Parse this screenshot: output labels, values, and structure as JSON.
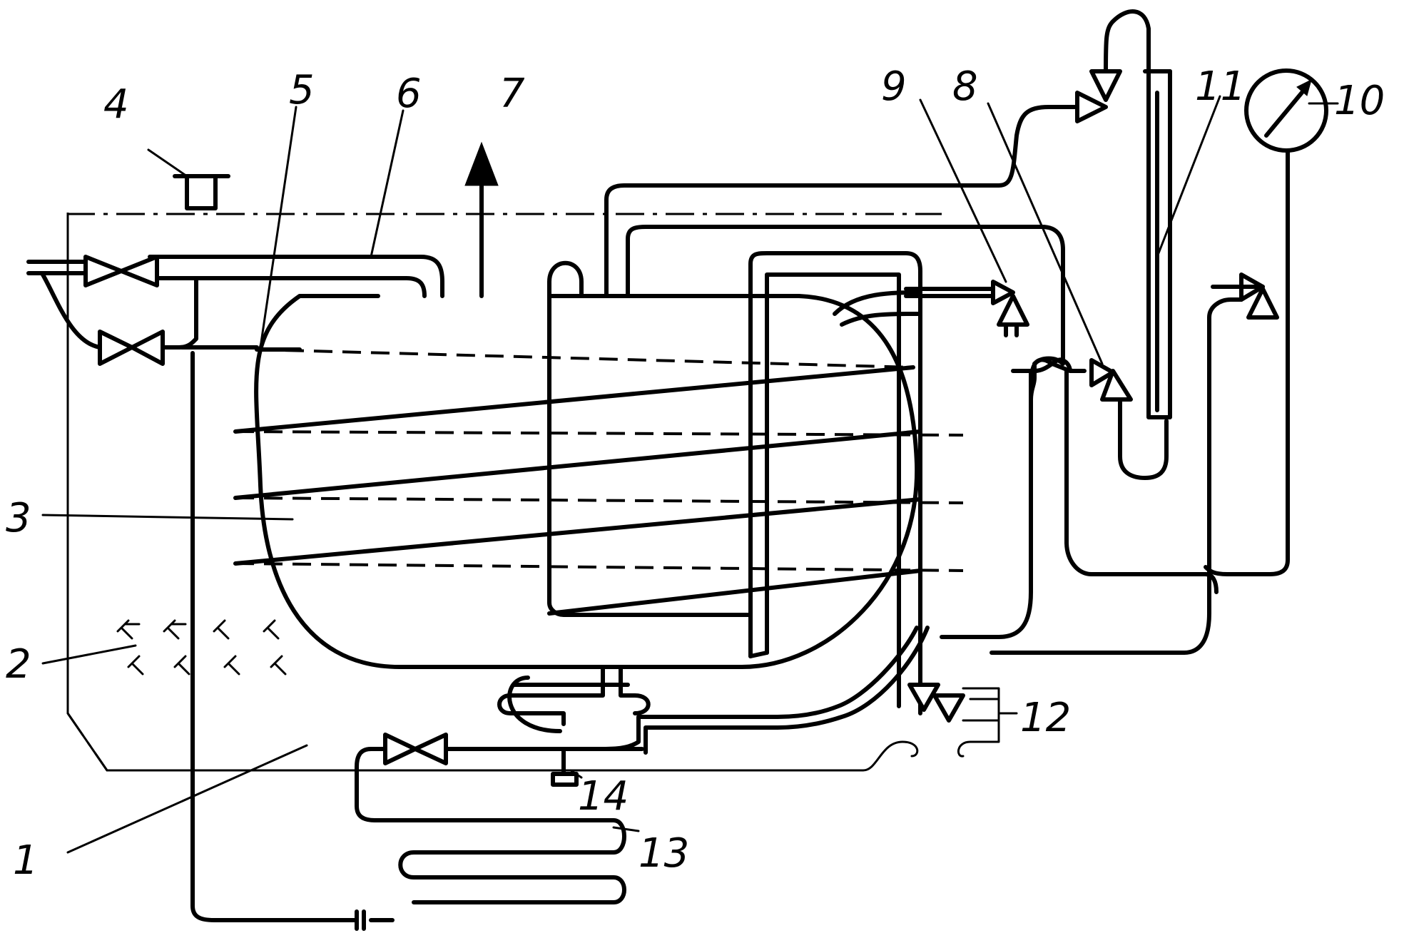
{
  "labels": {
    "l1": "1",
    "l2": "2",
    "l3": "3",
    "l4": "4",
    "l5": "5",
    "l6": "6",
    "l7": "7",
    "l8": "8",
    "l9": "9",
    "l10": "10",
    "l11": "11",
    "l12": "12",
    "l13": "13",
    "l14": "14"
  },
  "colors": {
    "ink": "#000000",
    "paper": "#ffffff"
  }
}
